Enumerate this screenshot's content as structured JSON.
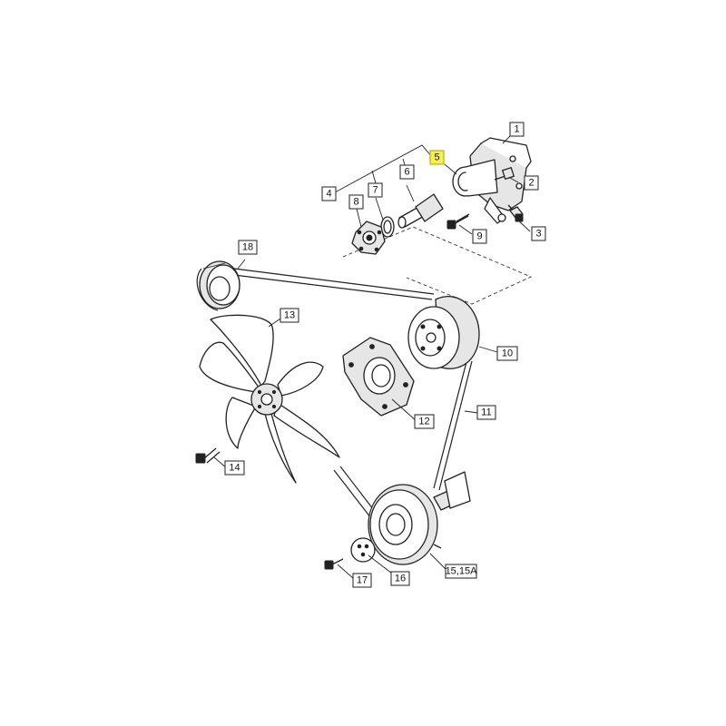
{
  "diagram": {
    "highlight_color": "#f4f05a",
    "callouts": [
      {
        "id": "c1",
        "label": "1"
      },
      {
        "id": "c2",
        "label": "2"
      },
      {
        "id": "c3",
        "label": "3"
      },
      {
        "id": "c4",
        "label": "4"
      },
      {
        "id": "c5",
        "label": "5",
        "highlighted": true
      },
      {
        "id": "c6",
        "label": "6"
      },
      {
        "id": "c7",
        "label": "7"
      },
      {
        "id": "c8",
        "label": "8"
      },
      {
        "id": "c9",
        "label": "9"
      },
      {
        "id": "c10",
        "label": "10"
      },
      {
        "id": "c11",
        "label": "11"
      },
      {
        "id": "c12",
        "label": "12"
      },
      {
        "id": "c13",
        "label": "13"
      },
      {
        "id": "c14",
        "label": "14"
      },
      {
        "id": "c15",
        "label": "15,15A"
      },
      {
        "id": "c16",
        "label": "16"
      },
      {
        "id": "c17",
        "label": "17"
      },
      {
        "id": "c18",
        "label": "18"
      }
    ]
  }
}
